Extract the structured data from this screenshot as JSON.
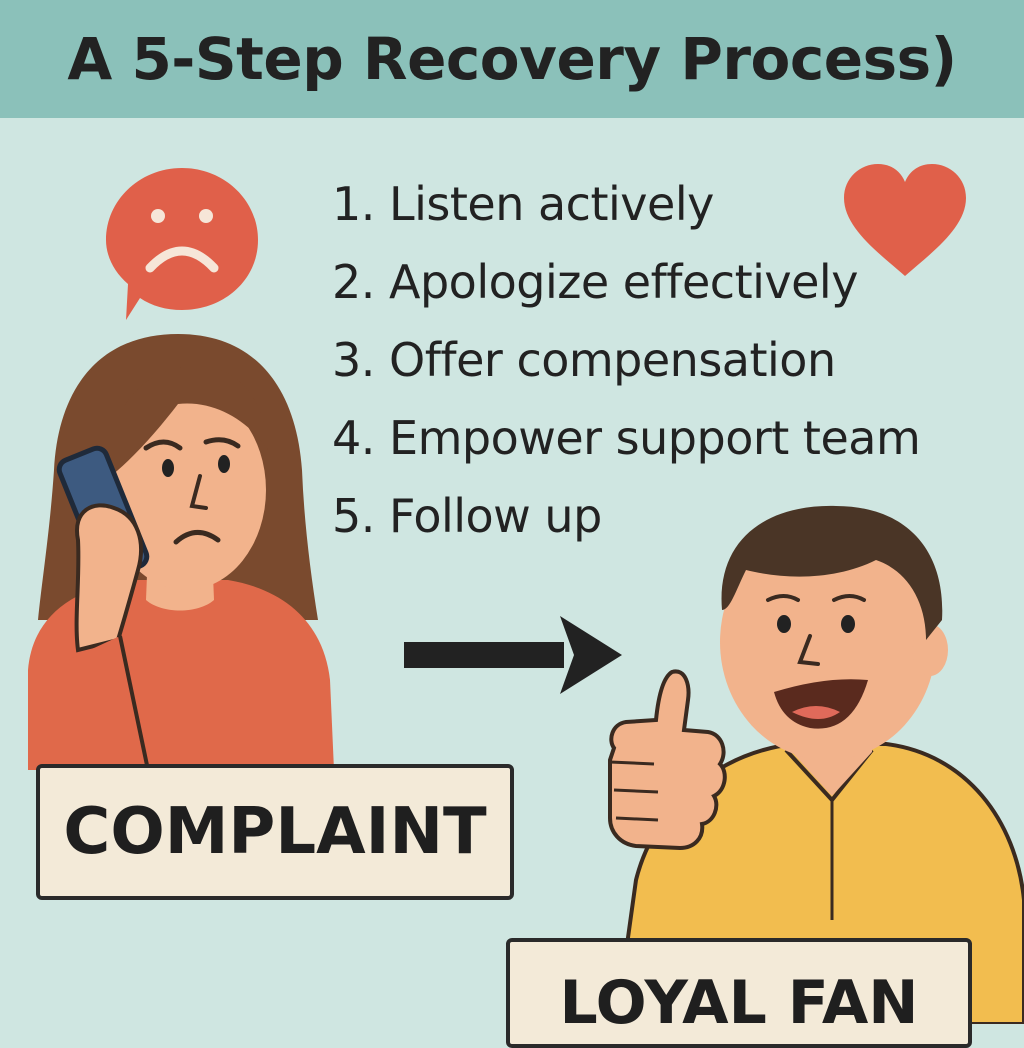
{
  "title": "A 5-Step Recovery Process)",
  "steps": [
    "1. Listen actively",
    "2. Apologize effectively",
    "3. Offer compensation",
    "4. Empower support team",
    "5. Follow up"
  ],
  "labels": {
    "complaint": "COMPLAINT",
    "loyal_fan": "LOYAL FAN"
  },
  "icons": {
    "sad_bubble": "sad-face-speech-bubble-icon",
    "heart": "heart-icon",
    "arrow": "right-arrow-icon"
  },
  "colors": {
    "background": "#cfe6e1",
    "header": "#8bc1ba",
    "accent_red": "#e0604a",
    "label_box": "#f3ead8",
    "shirt_orange": "#e0694a",
    "shirt_yellow": "#f2bd4f"
  }
}
